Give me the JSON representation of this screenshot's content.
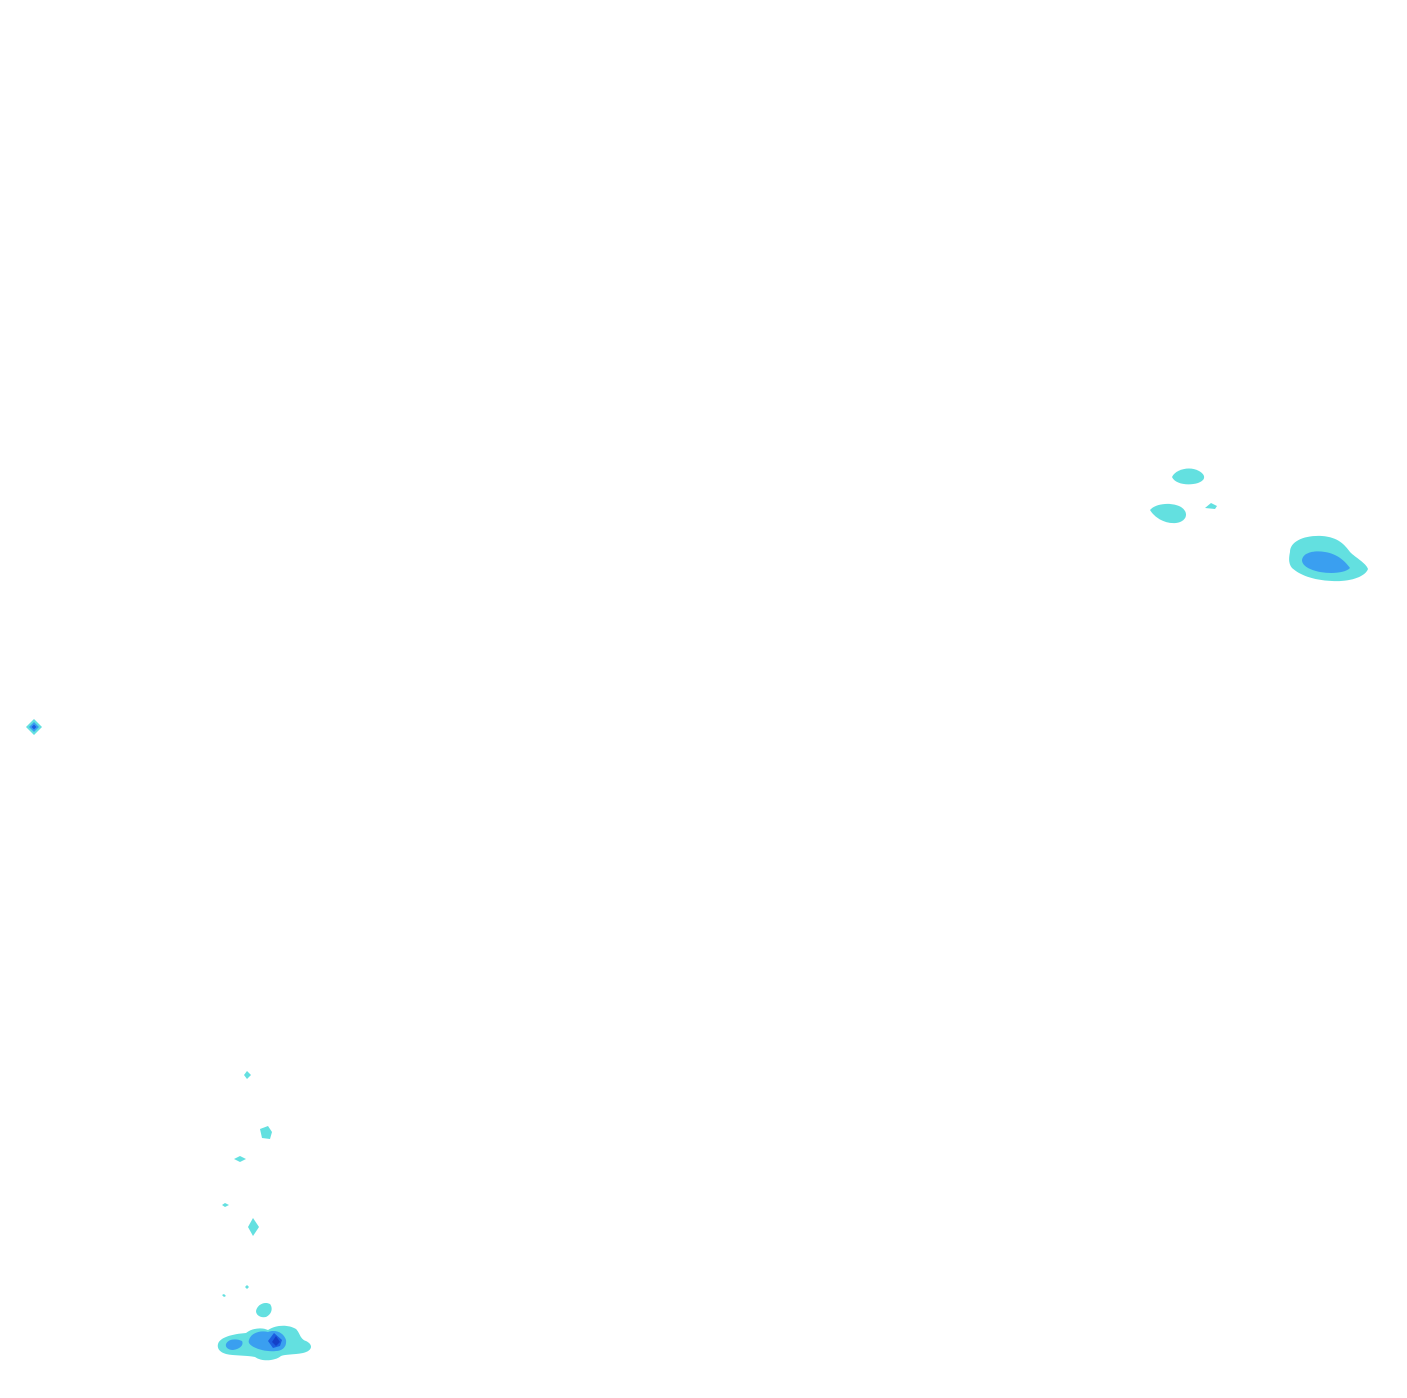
{
  "map": {
    "kind": "contour-overlay",
    "background_color": "#ffffff",
    "levels": [
      {
        "name": "level-1",
        "color": "#63e0e0"
      },
      {
        "name": "level-2",
        "color": "#3a9ff0"
      },
      {
        "name": "level-3",
        "color": "#1c5fe0"
      },
      {
        "name": "level-4",
        "color": "#1440c8"
      }
    ]
  }
}
